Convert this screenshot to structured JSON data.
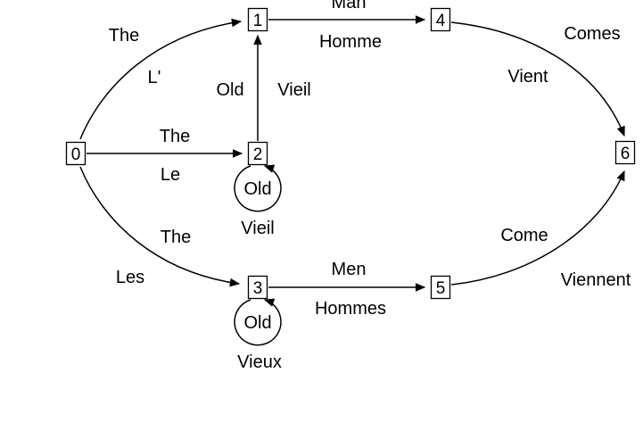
{
  "diagram": {
    "nodes": {
      "n0": "0",
      "n1": "1",
      "n2": "2",
      "n3": "3",
      "n4": "4",
      "n5": "5",
      "n6": "6"
    },
    "edges": {
      "e01": {
        "en": "The",
        "fr": "L'"
      },
      "e02": {
        "en": "The",
        "fr": "Le"
      },
      "e03": {
        "en": "The",
        "fr": "Les"
      },
      "e21": {
        "en": "Old",
        "fr": "Vieil"
      },
      "loop2": {
        "en": "Old",
        "fr": "Vieil"
      },
      "loop3": {
        "en": "Old",
        "fr": "Vieux"
      },
      "e14": {
        "en": "Man",
        "fr": "Homme"
      },
      "e35": {
        "en": "Men",
        "fr": "Hommes"
      },
      "e46": {
        "en": "Comes",
        "fr": "Vient"
      },
      "e56": {
        "en": "Come",
        "fr": "Viennent"
      }
    },
    "colors": {
      "stroke": "#000000",
      "background": "#ffffff"
    }
  }
}
